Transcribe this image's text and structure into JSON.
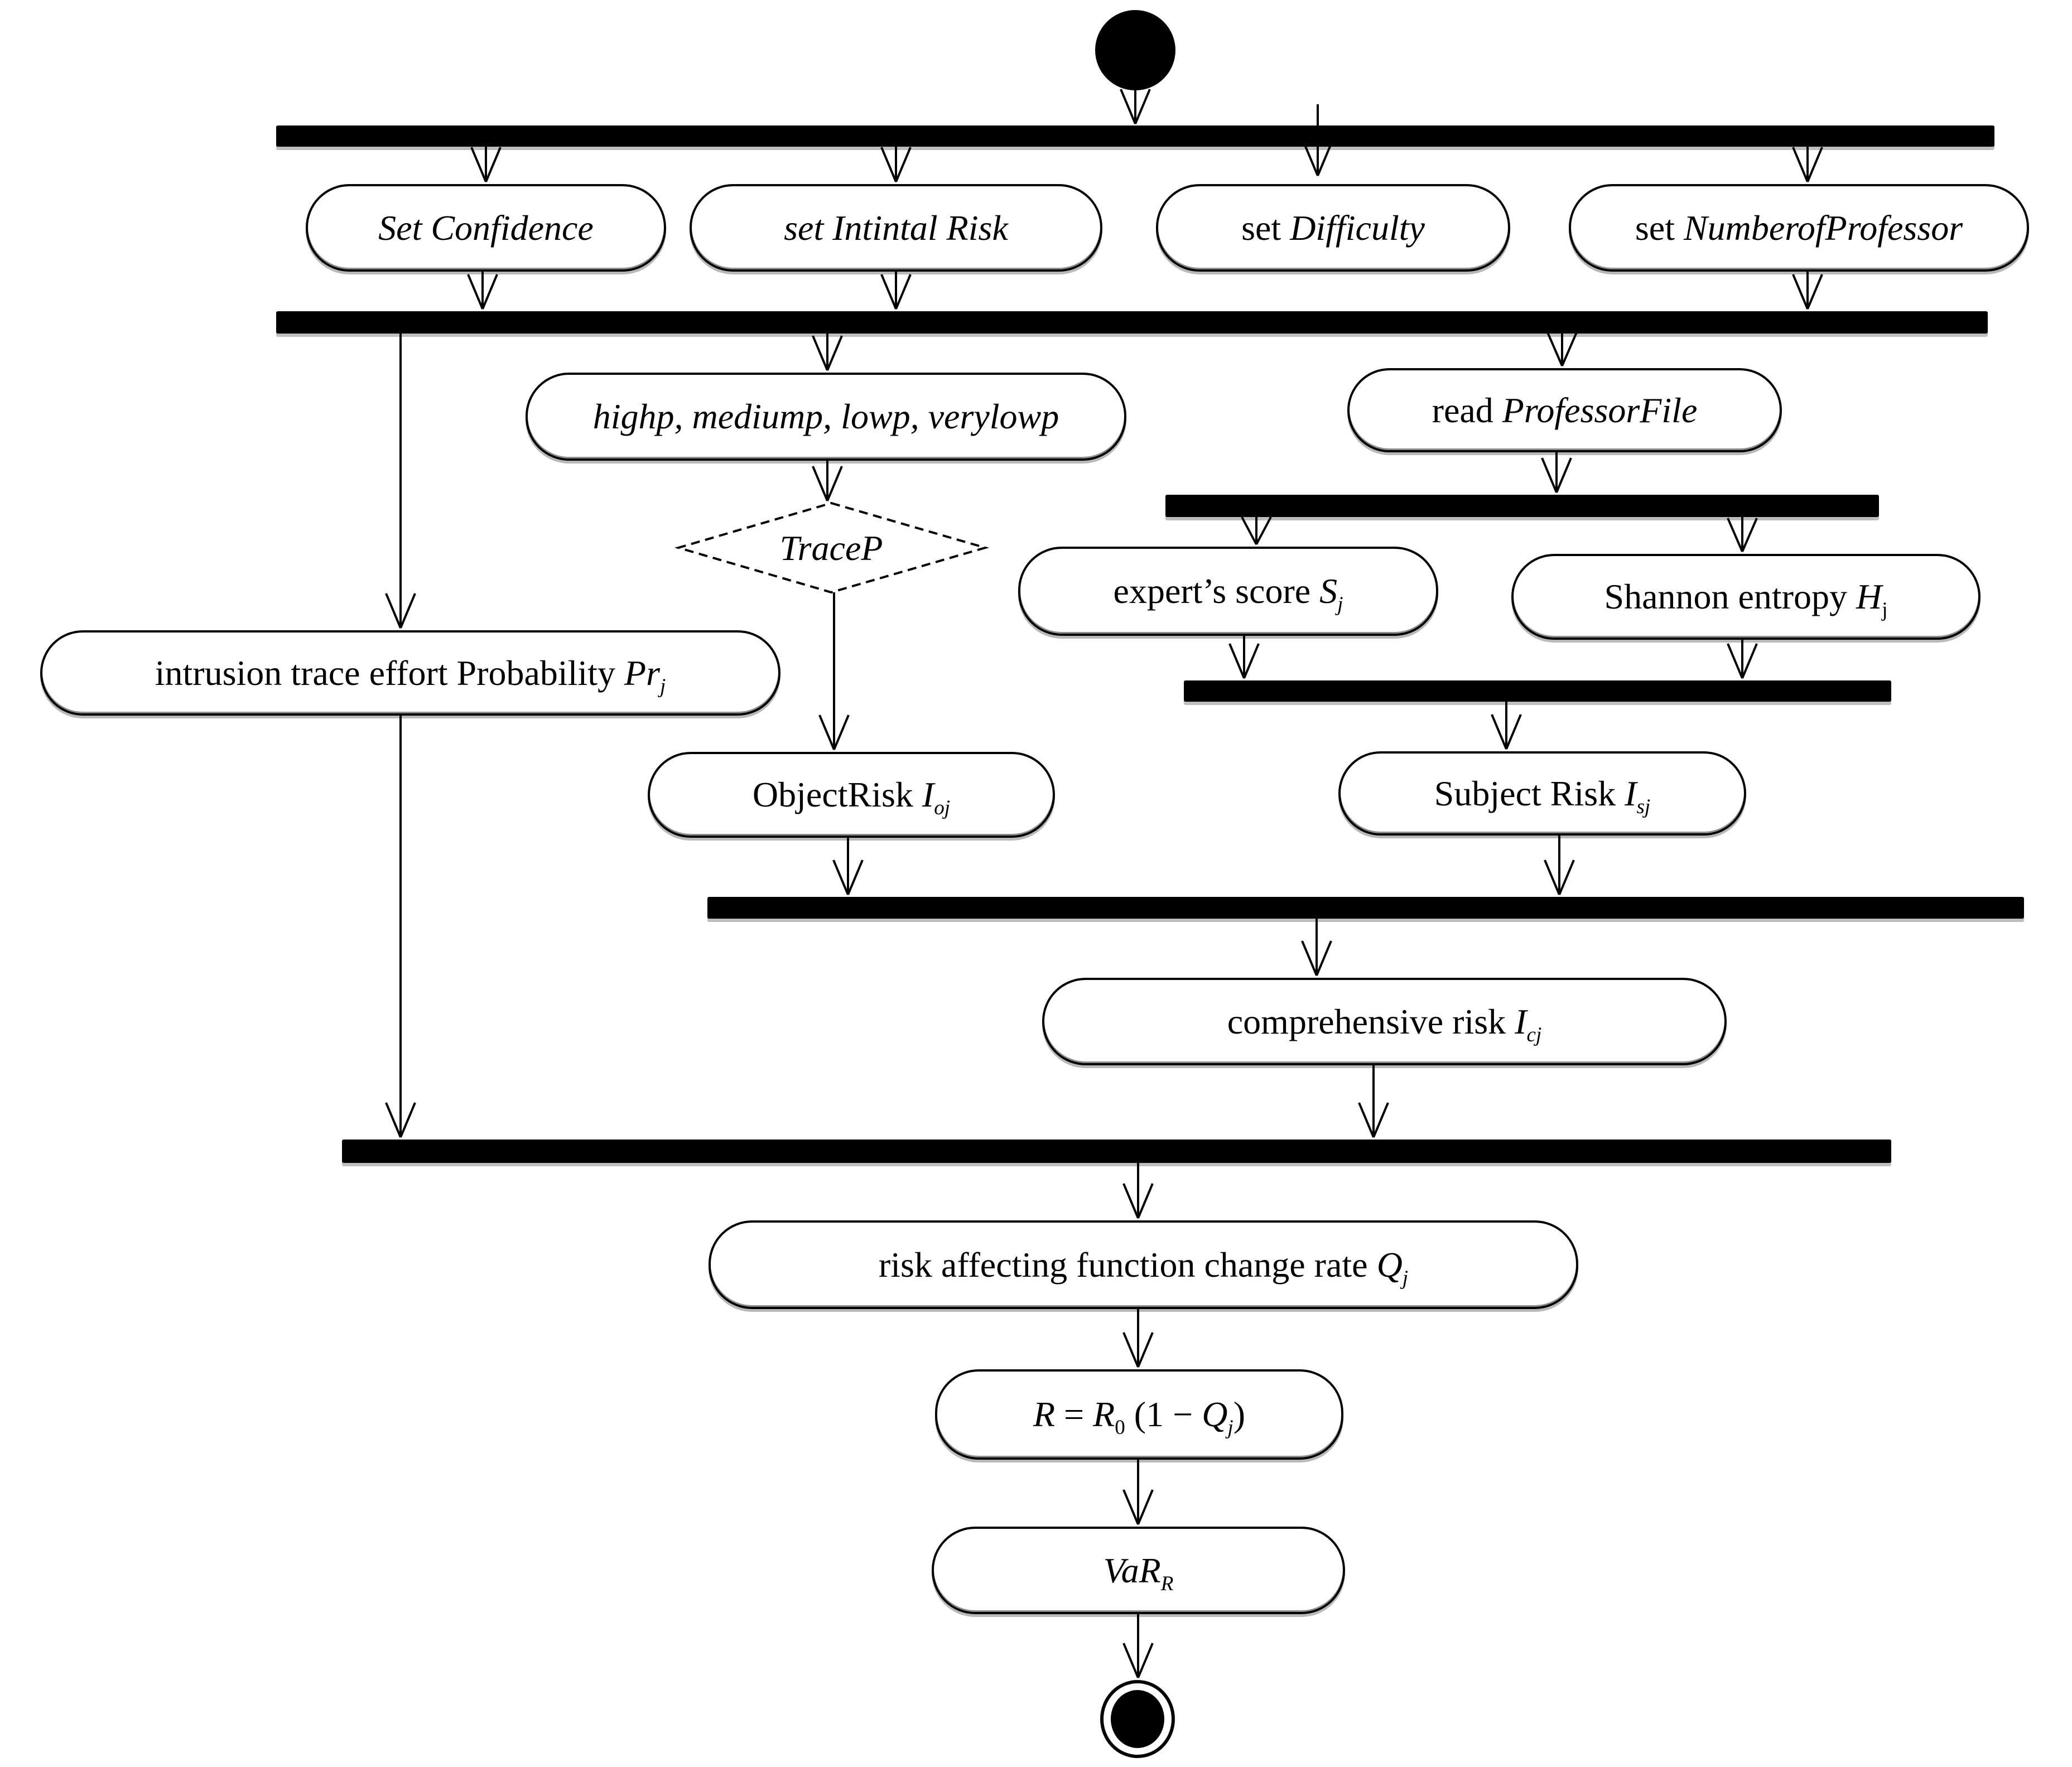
{
  "diagram": {
    "kind": "uml-activity-diagram",
    "colors": {
      "background": "#ffffff",
      "line": "#000000",
      "node_fill": "#ffffff",
      "bar_fill": "#000000"
    },
    "shapes": {
      "start": "filled-circle-initial-node",
      "end": "bullseye-final-node",
      "sync_bar": "solid-black-horizontal-bar",
      "decision": "dashed-diamond"
    },
    "nodes": {
      "set_confidence": {
        "parts": [
          {
            "text": "Set Confidence",
            "italic": true
          }
        ]
      },
      "set_intintal_risk": {
        "parts": [
          {
            "text": "set Intintal Risk",
            "italic": true
          }
        ]
      },
      "set_difficulty": {
        "parts": [
          {
            "text": "set ",
            "italic": false
          },
          {
            "text": "Difficulty",
            "italic": true
          }
        ]
      },
      "set_numberofprofessor": {
        "parts": [
          {
            "text": "set ",
            "italic": false
          },
          {
            "text": "NumberofProfessor",
            "italic": true
          }
        ]
      },
      "fuzzy_levels": {
        "parts": [
          {
            "text": "highp, mediump, lowp, verylowp",
            "italic": true
          }
        ]
      },
      "read_professorfile": {
        "parts": [
          {
            "text": "read ",
            "italic": false
          },
          {
            "text": "ProfessorFile",
            "italic": true
          }
        ]
      },
      "tracep": {
        "parts": [
          {
            "text": "TraceP",
            "italic": true
          }
        ]
      },
      "intrusion_probability": {
        "parts": [
          {
            "text": "intrusion trace effort Probability ",
            "italic": false
          },
          {
            "text": "Pr",
            "italic": true
          },
          {
            "text": "j",
            "sub": true,
            "italic": true
          }
        ]
      },
      "expert_score": {
        "parts": [
          {
            "text": "expert’s score ",
            "italic": false
          },
          {
            "text": "S",
            "italic": true
          },
          {
            "text": "j",
            "sub": true,
            "italic": true
          }
        ]
      },
      "shannon_entropy": {
        "parts": [
          {
            "text": "Shannon entropy ",
            "italic": false
          },
          {
            "text": "H",
            "italic": true
          },
          {
            "text": "j",
            "sub": true,
            "italic": false
          }
        ]
      },
      "object_risk": {
        "parts": [
          {
            "text": "ObjectRisk ",
            "italic": false
          },
          {
            "text": "I",
            "italic": true
          },
          {
            "text": "oj",
            "sub": true,
            "italic": true
          }
        ]
      },
      "subject_risk": {
        "parts": [
          {
            "text": "Subject Risk ",
            "italic": false
          },
          {
            "text": "I",
            "italic": true
          },
          {
            "text": "sj",
            "sub": true,
            "italic": true
          }
        ]
      },
      "comprehensive_risk": {
        "parts": [
          {
            "text": "comprehensive risk ",
            "italic": false
          },
          {
            "text": "I",
            "italic": true
          },
          {
            "text": "cj",
            "sub": true,
            "italic": true
          }
        ]
      },
      "risk_change_rate": {
        "parts": [
          {
            "text": "risk affecting function change rate ",
            "italic": false
          },
          {
            "text": "Q",
            "italic": true
          },
          {
            "text": "j",
            "sub": true,
            "italic": true
          }
        ]
      },
      "formula": {
        "parts": [
          {
            "text": "R",
            "italic": true
          },
          {
            "text": " = ",
            "italic": false
          },
          {
            "text": "R",
            "italic": true
          },
          {
            "text": "0",
            "sub": true,
            "italic": false
          },
          {
            "text": " (1 − ",
            "italic": false
          },
          {
            "text": "Q",
            "italic": true
          },
          {
            "text": "j",
            "sub": true,
            "italic": true
          },
          {
            "text": ")",
            "italic": false
          }
        ]
      },
      "var_r": {
        "parts": [
          {
            "text": "VaR",
            "italic": true
          },
          {
            "text": "R",
            "sub": true,
            "italic": true
          }
        ]
      }
    }
  }
}
